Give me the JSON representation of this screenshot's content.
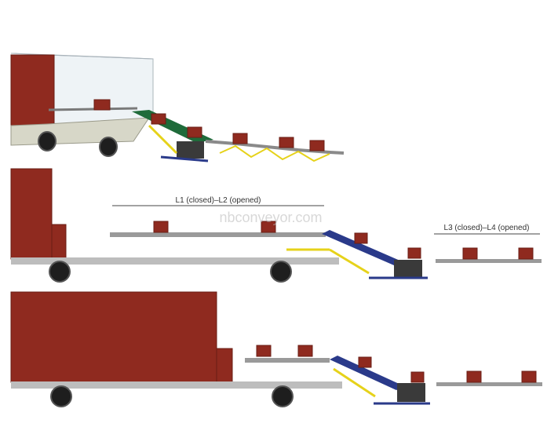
{
  "watermark": "nbconveyor.com",
  "dimension_labels": {
    "top": "L1 (closed)–L2 (opened)",
    "right": "L3 (closed)–L4 (opened)"
  },
  "colors": {
    "box": "#8f2a1f",
    "box_grid": "#6a1d14",
    "trailer_bed": "#bdbdbd",
    "wheel": "#1e1e1e",
    "belt": "#1f6b3a",
    "frame_blue": "#2a3a8a",
    "frame_yellow": "#e6d21a",
    "drive_box": "#3a3a3a",
    "roller": "#9a9a9a"
  }
}
